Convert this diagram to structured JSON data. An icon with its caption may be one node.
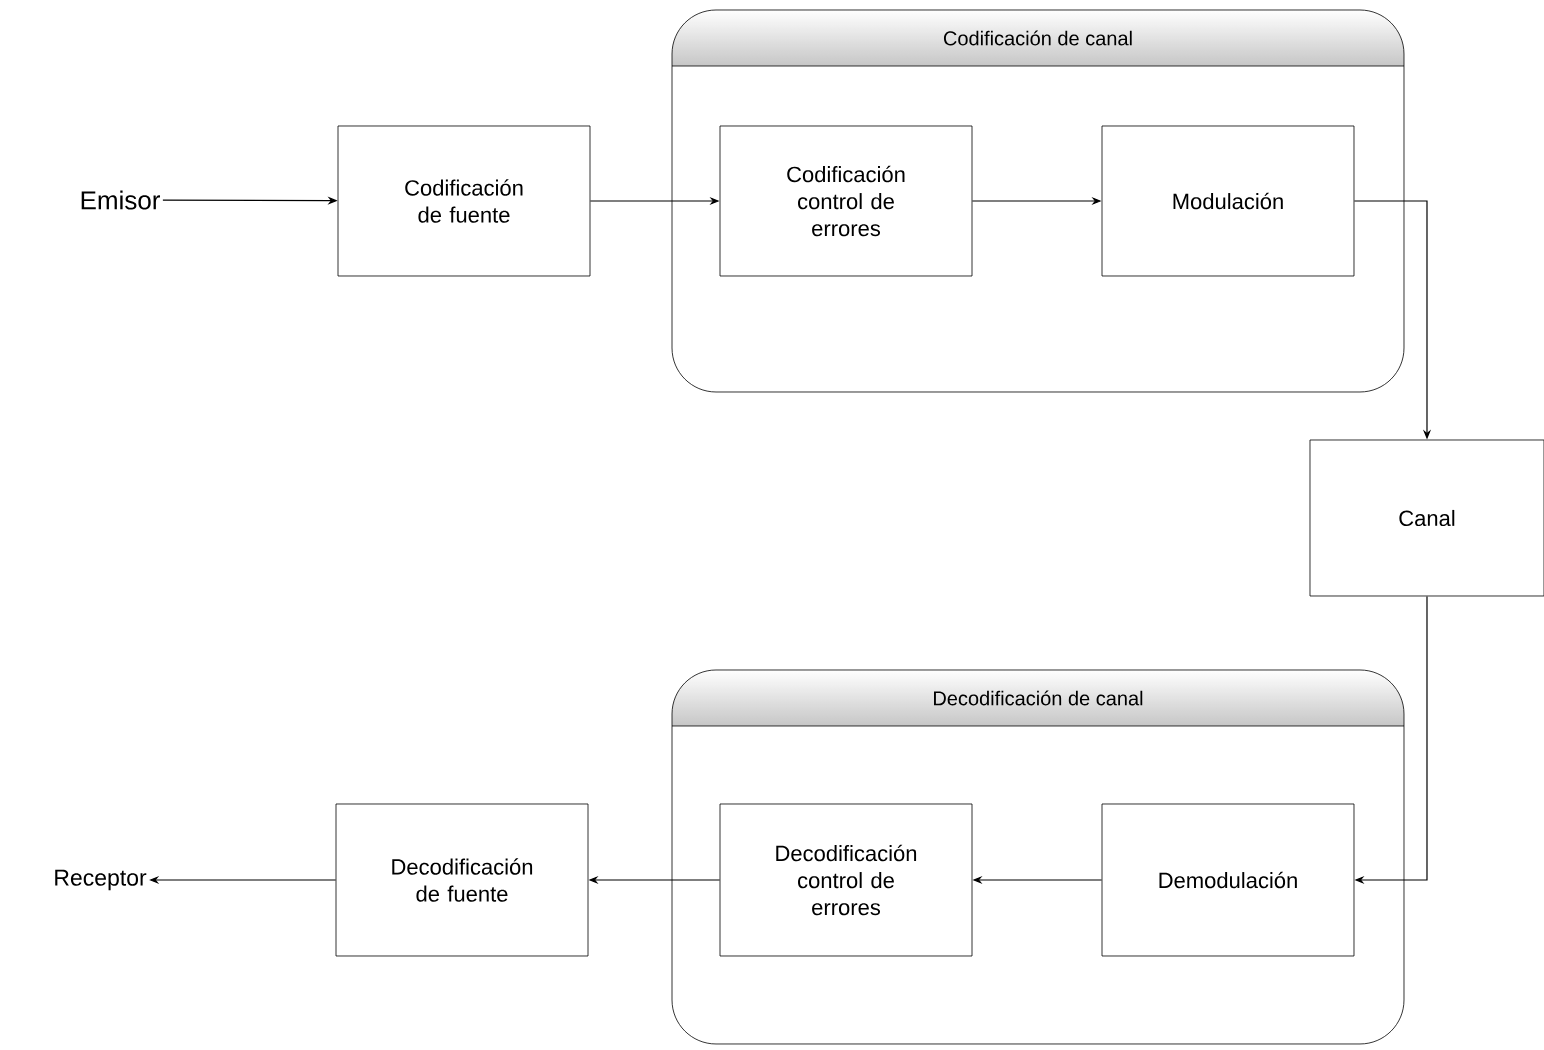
{
  "diagram": {
    "nodes": [
      {
        "text": [
          "Emisor"
        ]
      },
      {
        "text": [
          "Codificación de fuente"
        ]
      },
      {
        "text": [
          "Codificación de canal"
        ]
      },
      {
        "text": [
          "Codificación control de errores"
        ],
        "in": 2
      },
      {
        "text": [
          "Modulación"
        ],
        "in": 2
      },
      {
        "text": [
          "Canal"
        ]
      },
      {
        "text": [
          "Decodificación de canal"
        ]
      },
      {
        "text": [
          "Decodificación control de errores"
        ],
        "in": 6
      },
      {
        "text": [
          "Demodulación"
        ],
        "in": 6
      },
      {
        "text": [
          "Decodificación de fuente"
        ]
      },
      {
        "text": [
          "Receptor"
        ]
      }
    ],
    "edges": [
      {
        "from": 0,
        "to": 1,
        "arrow": "to"
      },
      {
        "from": 1,
        "to": 3,
        "arrow": "to"
      },
      {
        "from": 3,
        "to": 4,
        "arrow": "to"
      },
      {
        "from": 4,
        "to": 5,
        "arrow": "to"
      },
      {
        "from": 5,
        "to": 8,
        "arrow": "to"
      },
      {
        "from": 8,
        "to": 7,
        "arrow": "to"
      },
      {
        "from": 7,
        "to": 9,
        "arrow": "to"
      },
      {
        "from": 9,
        "to": 10,
        "arrow": "to"
      }
    ]
  }
}
